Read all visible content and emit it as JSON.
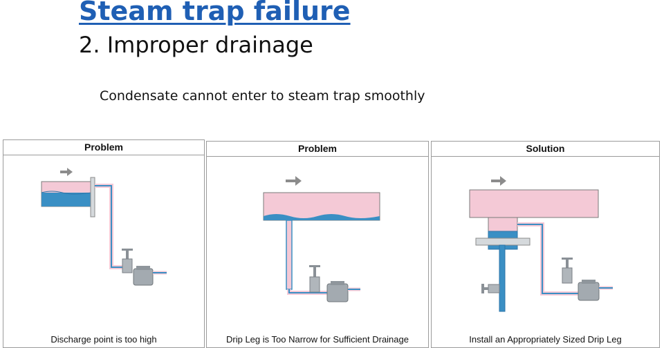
{
  "slide": {
    "title": "Steam trap failure",
    "subtitle": "2. Improper drainage",
    "caption": "Condensate cannot enter to steam trap smoothly"
  },
  "panels": [
    {
      "header": "Problem",
      "footer": "Discharge point is too high"
    },
    {
      "header": "Problem",
      "footer": "Drip Leg is Too Narrow for Sufficient Drainage"
    },
    {
      "header": "Solution",
      "footer": "Install an Appropriately Sized Drip Leg"
    }
  ],
  "colors": {
    "title": "#1f5fb4",
    "steam": "#f4c9d6",
    "condensate": "#3a8fc4",
    "equipment": "#9aa3aa",
    "arrow": "#8c8c8c"
  }
}
